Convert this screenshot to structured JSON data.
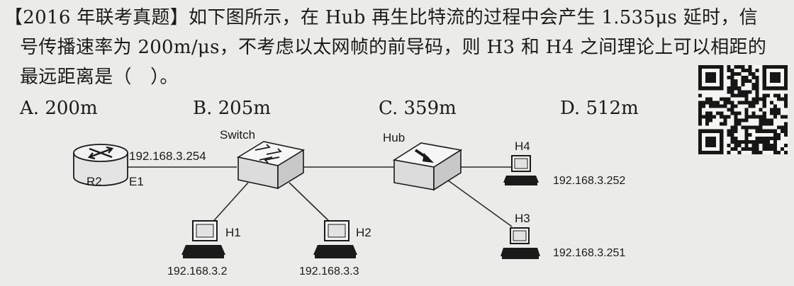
{
  "question": {
    "line1": "【2016 年联考真题】如下图所示，在 Hub 再生比特流的过程中会产生 1.535μs 延时，信",
    "line2": "号传播速率为 200m/μs，不考虑以太网帧的前导码，则 H3 和 H4 之间理论上可以相距的",
    "line3": "最远距离是（　）。"
  },
  "options": [
    {
      "label": "A.",
      "text": "200m"
    },
    {
      "label": "B.",
      "text": "205m"
    },
    {
      "label": "C.",
      "text": "359m"
    },
    {
      "label": "D.",
      "text": "512m"
    }
  ],
  "diagram": {
    "router": {
      "name": "R2",
      "iface": "E1",
      "ip": "192.168.3.254"
    },
    "switch": {
      "name": "Switch"
    },
    "hub": {
      "name": "Hub"
    },
    "hosts": [
      {
        "name": "H1",
        "ip": "192.168.3.2"
      },
      {
        "name": "H2",
        "ip": "192.168.3.3"
      },
      {
        "name": "H3",
        "ip": "192.168.3.251"
      },
      {
        "name": "H4",
        "ip": "192.168.3.252"
      }
    ]
  },
  "colors": {
    "background": "#ebebe9",
    "text": "#1b1b1b"
  }
}
